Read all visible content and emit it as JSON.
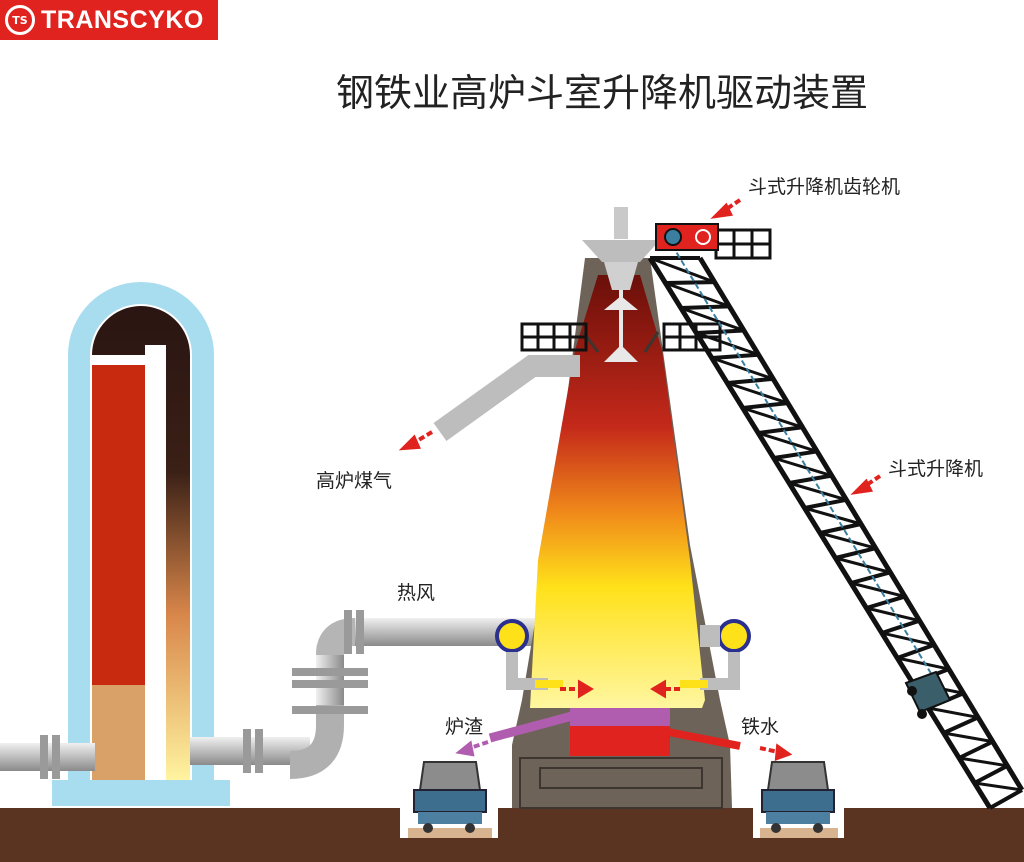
{
  "brand": {
    "name": "TRANSCYKO",
    "mark": "TS",
    "color": "#e0231e"
  },
  "title": "钢铁业高炉斗室升降机驱动装置",
  "labels": {
    "gearbox": "斗式升降机齿轮机",
    "elevator": "斗式升降机",
    "blast_gas": "高炉煤气",
    "hot_air": "热风",
    "slag": "炉渣",
    "molten_iron": "铁水"
  },
  "icons": {
    "arrow": "arrow-icon",
    "ladle": "ladle-car-icon",
    "bucket": "skip-bucket-icon"
  },
  "colors": {
    "furnace_shell": "#6e6358",
    "ground": "#5a3321",
    "stove_outline": "#a8dcef",
    "pipe": "#c9c9c9",
    "arrow": "#e0231e",
    "slag": "#b05db0",
    "iron": "#e0231e"
  }
}
